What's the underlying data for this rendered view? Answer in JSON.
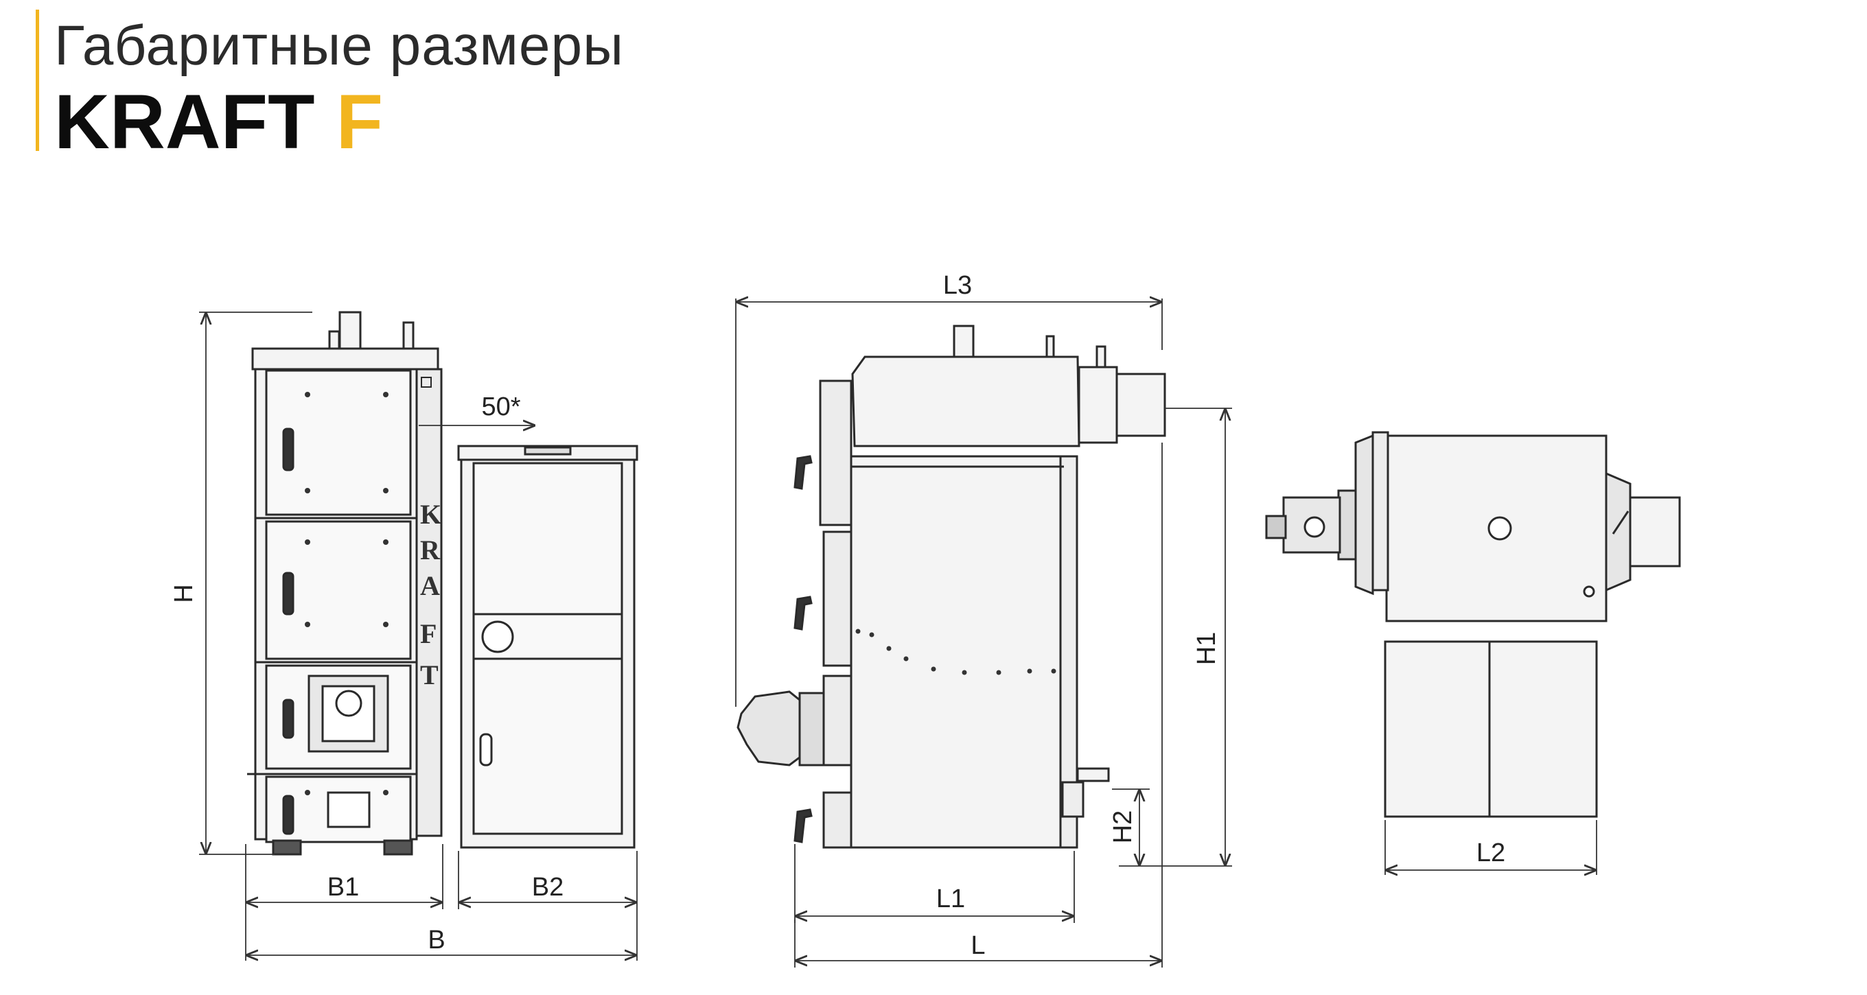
{
  "header": {
    "title": "Габаритные размеры",
    "model_main": "KRAFT",
    "model_accent": "F"
  },
  "dimensions": {
    "H": "H",
    "H1": "H1",
    "H2": "H2",
    "B": "B",
    "B1": "B1",
    "B2": "B2",
    "L": "L",
    "L1": "L1",
    "L2": "L2",
    "L3": "L3",
    "gap": "50*"
  },
  "front_panel_letters": [
    "K",
    "R",
    "A",
    "F",
    "T"
  ],
  "colors": {
    "accent": "#f2b51f",
    "line": "#2a2a2a",
    "body_fill": "#f4f4f4"
  }
}
